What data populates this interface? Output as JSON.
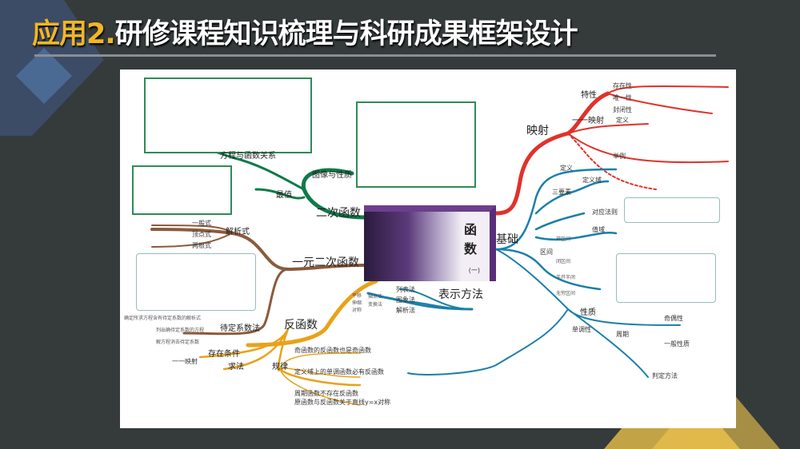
{
  "slide": {
    "title_prefix": "应用2.",
    "title_main": "研修课程知识梳理与科研成果框架设计"
  },
  "colors": {
    "background": "#353a3b",
    "accent": "#f2b624",
    "green": "#0f7a4a",
    "brown": "#8b5a3c",
    "orange": "#e8a21a",
    "blue": "#1a7fa8",
    "red": "#e0322a"
  },
  "mindmap": {
    "center": {
      "title": "函数",
      "subtitle": "(一)"
    },
    "branches": {
      "quadratic": {
        "label": "二次函数",
        "children": [
          "图像与性质",
          "最值",
          "方程与函数关系"
        ]
      },
      "unary_quadratic": {
        "label": "一元二次函数",
        "children": [
          "解析式",
          "一般式",
          "顶点式",
          "两根式",
          "待定系数法",
          "列出确待定系数的方程",
          "解方程消去待定系数",
          "确定所求方程含有待定系数的解析式"
        ]
      },
      "inverse": {
        "label": "反函数",
        "children": [
          "存在条件",
          "一一映射",
          "求法",
          "规律"
        ],
        "rules": [
          "奇函数的反函数也是奇函数",
          "定义域上的单调函数必有反函数",
          "周期函数不存在反函数",
          "原函数与反函数关于直线y=x对称"
        ]
      },
      "representation": {
        "label": "表示方法",
        "children": [
          "列表法",
          "图象法",
          "解析法",
          "描点法",
          "变换法",
          "平移",
          "伸缩",
          "对称"
        ]
      },
      "mapping": {
        "label": "映射",
        "children": [
          "特性",
          "存在性",
          "唯一性",
          "封闭性",
          "一一映射",
          "定义",
          "举例"
        ]
      },
      "basics": {
        "label": "基础",
        "children": [
          "定义",
          "三要素",
          "定义域",
          "对应法则",
          "值域",
          "区间",
          "开区间",
          "闭区间",
          "半开半闭",
          "无穷区间",
          "性质",
          "奇偶性",
          "单调性",
          "周期",
          "判定方法",
          "一般性质"
        ]
      }
    }
  }
}
